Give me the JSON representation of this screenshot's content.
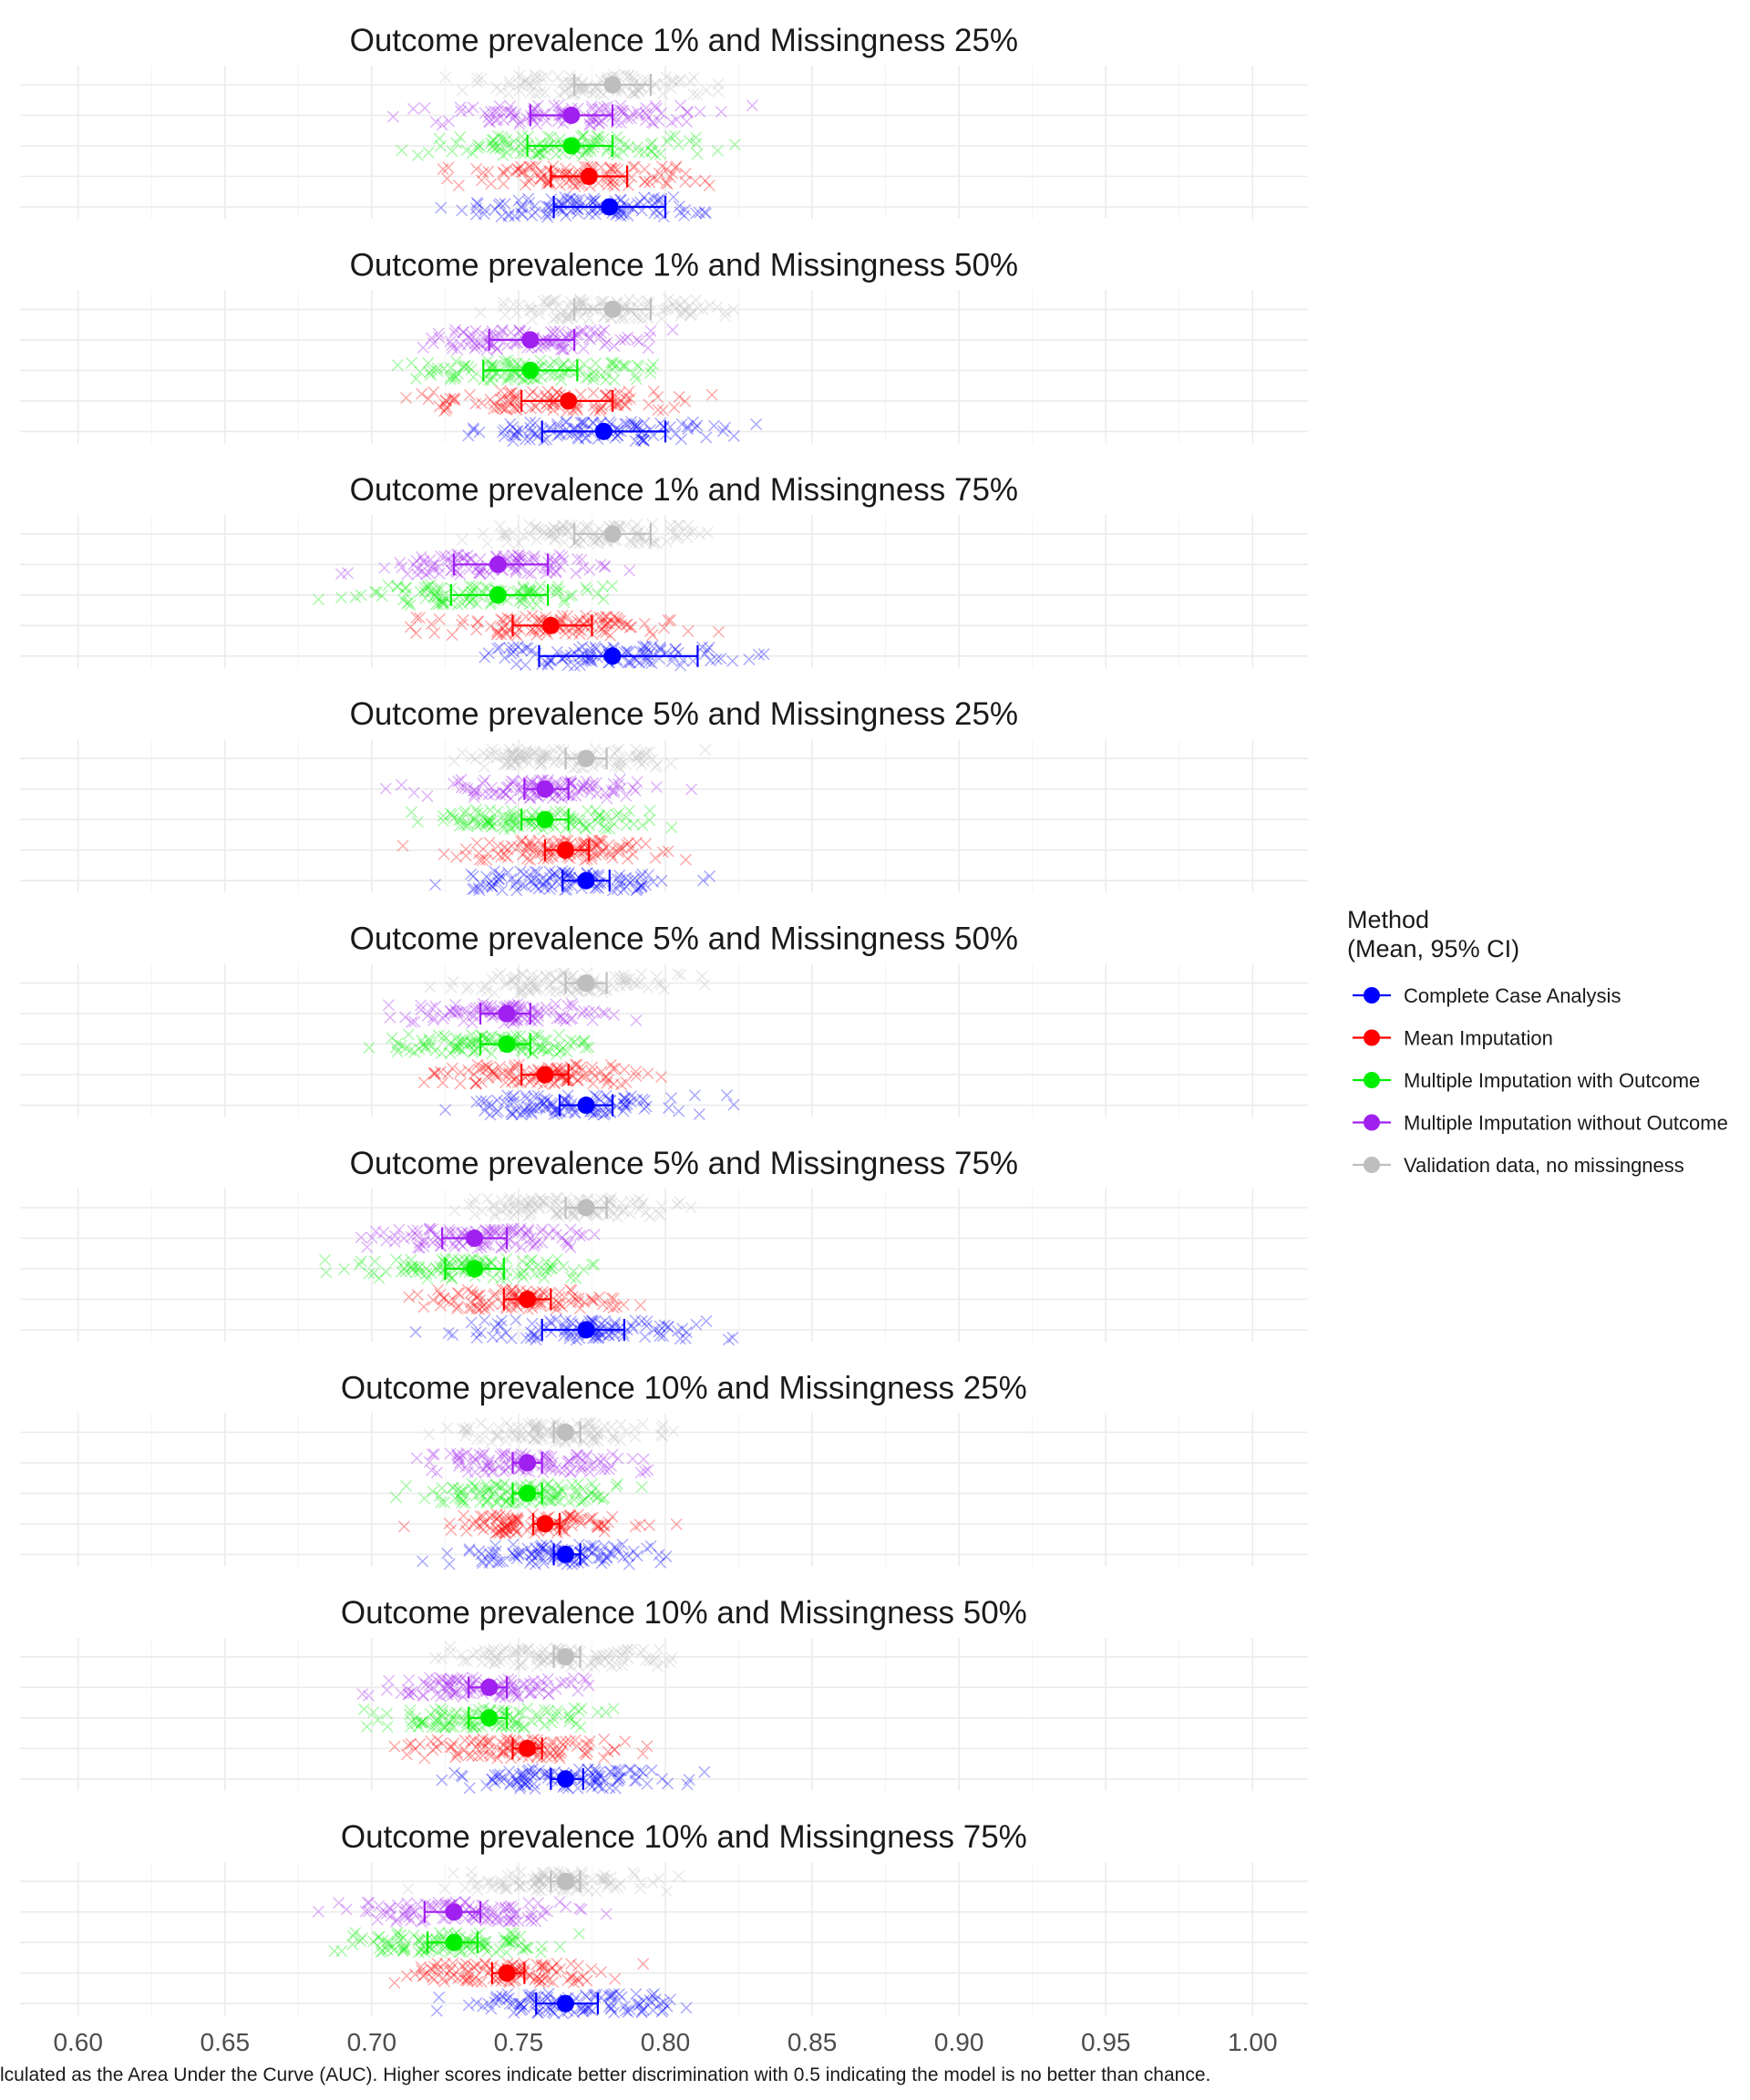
{
  "chart_data": {
    "type": "scatter",
    "xlim": [
      0.58,
      1.02
    ],
    "x_ticks": [
      "0.60",
      "0.65",
      "0.70",
      "0.75",
      "0.80",
      "0.85",
      "0.90",
      "0.95",
      "1.00"
    ],
    "x_tick_values": [
      0.6,
      0.65,
      0.7,
      0.75,
      0.8,
      0.85,
      0.9,
      0.95,
      1.0
    ],
    "caption": "lculated as the Area Under the Curve (AUC). Higher scores indicate better discrimination with 0.5 indicating the model is no better than chance.",
    "grid": true,
    "legend": {
      "title_line1": "Method",
      "title_line2": "(Mean, 95% CI)",
      "position": "right",
      "entries": [
        {
          "name": "Complete Case Analysis",
          "color": "#0000FF"
        },
        {
          "name": "Mean Imputation",
          "color": "#FF0000"
        },
        {
          "name": "Multiple Imputation with Outcome",
          "color": "#00EE00"
        },
        {
          "name": "Multiple Imputation without Outcome",
          "color": "#A020F0"
        },
        {
          "name": "Validation data, no missingness",
          "color": "#BEBEBE"
        }
      ]
    },
    "panels": [
      {
        "title": "Outcome prevalence 1% and Missingness 25%",
        "series": [
          {
            "name": "Validation data, no missingness",
            "mean": 0.782,
            "ci": [
              0.769,
              0.795
            ],
            "range": [
              0.71,
              0.84
            ]
          },
          {
            "name": "Multiple Imputation without Outcome",
            "mean": 0.768,
            "ci": [
              0.754,
              0.782
            ],
            "range": [
              0.7,
              0.835
            ]
          },
          {
            "name": "Multiple Imputation with Outcome",
            "mean": 0.768,
            "ci": [
              0.753,
              0.782
            ],
            "range": [
              0.7,
              0.832
            ]
          },
          {
            "name": "Mean Imputation",
            "mean": 0.774,
            "ci": [
              0.761,
              0.787
            ],
            "range": [
              0.705,
              0.835
            ]
          },
          {
            "name": "Complete Case Analysis",
            "mean": 0.781,
            "ci": [
              0.762,
              0.8
            ],
            "range": [
              0.712,
              0.834
            ]
          }
        ]
      },
      {
        "title": "Outcome prevalence 1% and Missingness 50%",
        "series": [
          {
            "name": "Validation data, no missingness",
            "mean": 0.782,
            "ci": [
              0.769,
              0.795
            ],
            "range": [
              0.712,
              0.838
            ]
          },
          {
            "name": "Multiple Imputation without Outcome",
            "mean": 0.754,
            "ci": [
              0.74,
              0.769
            ],
            "range": [
              0.695,
              0.812
            ]
          },
          {
            "name": "Multiple Imputation with Outcome",
            "mean": 0.754,
            "ci": [
              0.738,
              0.77
            ],
            "range": [
              0.692,
              0.815
            ]
          },
          {
            "name": "Mean Imputation",
            "mean": 0.767,
            "ci": [
              0.751,
              0.782
            ],
            "range": [
              0.7,
              0.828
            ]
          },
          {
            "name": "Complete Case Analysis",
            "mean": 0.779,
            "ci": [
              0.758,
              0.8
            ],
            "range": [
              0.713,
              0.842
            ]
          }
        ]
      },
      {
        "title": "Outcome prevalence 1% and Missingness 75%",
        "series": [
          {
            "name": "Validation data, no missingness",
            "mean": 0.782,
            "ci": [
              0.769,
              0.795
            ],
            "range": [
              0.712,
              0.84
            ]
          },
          {
            "name": "Multiple Imputation without Outcome",
            "mean": 0.743,
            "ci": [
              0.728,
              0.76
            ],
            "range": [
              0.68,
              0.8
            ]
          },
          {
            "name": "Multiple Imputation with Outcome",
            "mean": 0.743,
            "ci": [
              0.727,
              0.76
            ],
            "range": [
              0.675,
              0.804
            ]
          },
          {
            "name": "Mean Imputation",
            "mean": 0.761,
            "ci": [
              0.748,
              0.775
            ],
            "range": [
              0.7,
              0.823
            ]
          },
          {
            "name": "Complete Case Analysis",
            "mean": 0.782,
            "ci": [
              0.757,
              0.811
            ],
            "range": [
              0.715,
              0.85
            ]
          }
        ]
      },
      {
        "title": "Outcome prevalence 5% and Missingness 25%",
        "series": [
          {
            "name": "Validation data, no missingness",
            "mean": 0.773,
            "ci": [
              0.766,
              0.78
            ],
            "range": [
              0.712,
              0.822
            ]
          },
          {
            "name": "Multiple Imputation without Outcome",
            "mean": 0.759,
            "ci": [
              0.752,
              0.767
            ],
            "range": [
              0.7,
              0.812
            ]
          },
          {
            "name": "Multiple Imputation with Outcome",
            "mean": 0.759,
            "ci": [
              0.751,
              0.767
            ],
            "range": [
              0.698,
              0.812
            ]
          },
          {
            "name": "Mean Imputation",
            "mean": 0.766,
            "ci": [
              0.759,
              0.774
            ],
            "range": [
              0.705,
              0.82
            ]
          },
          {
            "name": "Complete Case Analysis",
            "mean": 0.773,
            "ci": [
              0.765,
              0.781
            ],
            "range": [
              0.712,
              0.825
            ]
          }
        ]
      },
      {
        "title": "Outcome prevalence 5% and Missingness 50%",
        "series": [
          {
            "name": "Validation data, no missingness",
            "mean": 0.773,
            "ci": [
              0.766,
              0.78
            ],
            "range": [
              0.712,
              0.825
            ]
          },
          {
            "name": "Multiple Imputation without Outcome",
            "mean": 0.746,
            "ci": [
              0.737,
              0.754
            ],
            "range": [
              0.688,
              0.8
            ]
          },
          {
            "name": "Multiple Imputation with Outcome",
            "mean": 0.746,
            "ci": [
              0.737,
              0.754
            ],
            "range": [
              0.684,
              0.802
            ]
          },
          {
            "name": "Mean Imputation",
            "mean": 0.759,
            "ci": [
              0.751,
              0.767
            ],
            "range": [
              0.7,
              0.812
            ]
          },
          {
            "name": "Complete Case Analysis",
            "mean": 0.773,
            "ci": [
              0.764,
              0.782
            ],
            "range": [
              0.712,
              0.828
            ]
          }
        ]
      },
      {
        "title": "Outcome prevalence 5% and Missingness 75%",
        "series": [
          {
            "name": "Validation data, no missingness",
            "mean": 0.773,
            "ci": [
              0.766,
              0.78
            ],
            "range": [
              0.71,
              0.825
            ]
          },
          {
            "name": "Multiple Imputation without Outcome",
            "mean": 0.735,
            "ci": [
              0.724,
              0.746
            ],
            "range": [
              0.678,
              0.793
            ]
          },
          {
            "name": "Multiple Imputation with Outcome",
            "mean": 0.735,
            "ci": [
              0.725,
              0.745
            ],
            "range": [
              0.677,
              0.79
            ]
          },
          {
            "name": "Mean Imputation",
            "mean": 0.753,
            "ci": [
              0.745,
              0.761
            ],
            "range": [
              0.695,
              0.805
            ]
          },
          {
            "name": "Complete Case Analysis",
            "mean": 0.773,
            "ci": [
              0.758,
              0.786
            ],
            "range": [
              0.712,
              0.832
            ]
          }
        ]
      },
      {
        "title": "Outcome prevalence 10% and Missingness 25%",
        "series": [
          {
            "name": "Validation data, no missingness",
            "mean": 0.766,
            "ci": [
              0.762,
              0.771
            ],
            "range": [
              0.71,
              0.815
            ]
          },
          {
            "name": "Multiple Imputation without Outcome",
            "mean": 0.753,
            "ci": [
              0.748,
              0.758
            ],
            "range": [
              0.7,
              0.807
            ]
          },
          {
            "name": "Multiple Imputation with Outcome",
            "mean": 0.753,
            "ci": [
              0.748,
              0.758
            ],
            "range": [
              0.7,
              0.808
            ]
          },
          {
            "name": "Mean Imputation",
            "mean": 0.759,
            "ci": [
              0.755,
              0.764
            ],
            "range": [
              0.703,
              0.81
            ]
          },
          {
            "name": "Complete Case Analysis",
            "mean": 0.766,
            "ci": [
              0.762,
              0.771
            ],
            "range": [
              0.712,
              0.82
            ]
          }
        ]
      },
      {
        "title": "Outcome prevalence 10% and Missingness 50%",
        "series": [
          {
            "name": "Validation data, no missingness",
            "mean": 0.766,
            "ci": [
              0.762,
              0.771
            ],
            "range": [
              0.708,
              0.817
            ]
          },
          {
            "name": "Multiple Imputation without Outcome",
            "mean": 0.74,
            "ci": [
              0.733,
              0.746
            ],
            "range": [
              0.685,
              0.795
            ]
          },
          {
            "name": "Multiple Imputation with Outcome",
            "mean": 0.74,
            "ci": [
              0.733,
              0.746
            ],
            "range": [
              0.685,
              0.795
            ]
          },
          {
            "name": "Mean Imputation",
            "mean": 0.753,
            "ci": [
              0.748,
              0.758
            ],
            "range": [
              0.7,
              0.805
            ]
          },
          {
            "name": "Complete Case Analysis",
            "mean": 0.766,
            "ci": [
              0.761,
              0.772
            ],
            "range": [
              0.712,
              0.822
            ]
          }
        ]
      },
      {
        "title": "Outcome prevalence 10% and Missingness 75%",
        "series": [
          {
            "name": "Validation data, no missingness",
            "mean": 0.766,
            "ci": [
              0.761,
              0.771
            ],
            "range": [
              0.708,
              0.815
            ]
          },
          {
            "name": "Multiple Imputation without Outcome",
            "mean": 0.728,
            "ci": [
              0.718,
              0.737
            ],
            "range": [
              0.672,
              0.785
            ]
          },
          {
            "name": "Multiple Imputation with Outcome",
            "mean": 0.728,
            "ci": [
              0.719,
              0.736
            ],
            "range": [
              0.675,
              0.78
            ]
          },
          {
            "name": "Mean Imputation",
            "mean": 0.746,
            "ci": [
              0.741,
              0.752
            ],
            "range": [
              0.695,
              0.798
            ]
          },
          {
            "name": "Complete Case Analysis",
            "mean": 0.766,
            "ci": [
              0.756,
              0.777
            ],
            "range": [
              0.712,
              0.825
            ]
          }
        ]
      }
    ]
  }
}
